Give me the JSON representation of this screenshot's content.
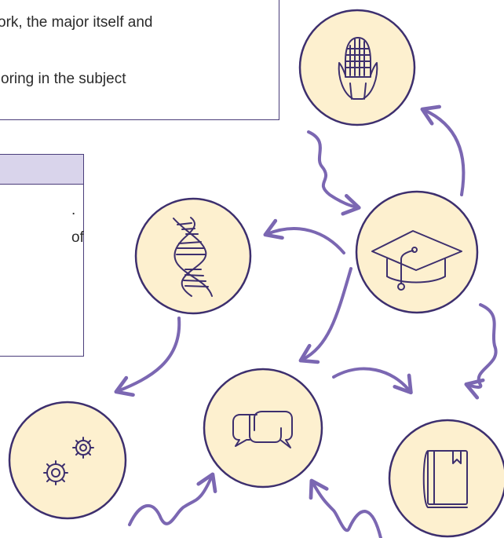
{
  "top_box": {
    "line1": "ork, the major itself and",
    "line2": "oring in the subject"
  },
  "left_box": {
    "line1": ".",
    "line2": "of"
  },
  "nodes": [
    {
      "name": "corn-node",
      "icon": "corn-icon"
    },
    {
      "name": "graduation-cap-node",
      "icon": "graduation-cap-icon"
    },
    {
      "name": "dna-node",
      "icon": "dna-icon"
    },
    {
      "name": "gears-node",
      "icon": "gears-icon"
    },
    {
      "name": "speech-bubbles-node",
      "icon": "speech-bubbles-icon"
    },
    {
      "name": "book-node",
      "icon": "book-icon"
    }
  ],
  "colors": {
    "circle_fill": "#fdf0cf",
    "stroke": "#3d2f6e",
    "arrow": "#7b67b2",
    "header_fill": "#d9d4eb"
  }
}
